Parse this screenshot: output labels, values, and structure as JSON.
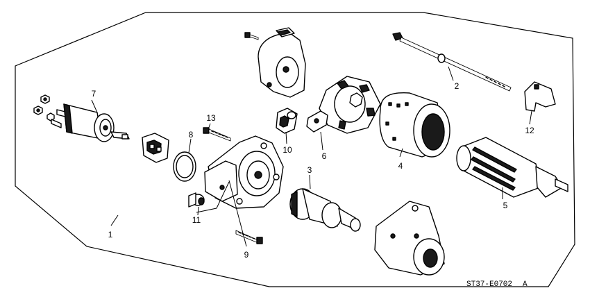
{
  "diagram": {
    "reference_code": "ST37-E0702",
    "revision": "A",
    "callouts": [
      {
        "id": "1",
        "text": "1"
      },
      {
        "id": "2",
        "text": "2"
      },
      {
        "id": "3",
        "text": "3"
      },
      {
        "id": "4",
        "text": "4"
      },
      {
        "id": "5",
        "text": "5"
      },
      {
        "id": "6",
        "text": "6"
      },
      {
        "id": "7",
        "text": "7"
      },
      {
        "id": "8",
        "text": "8"
      },
      {
        "id": "9",
        "text": "9"
      },
      {
        "id": "10",
        "text": "10"
      },
      {
        "id": "11",
        "text": "11"
      },
      {
        "id": "12",
        "text": "12"
      },
      {
        "id": "13",
        "text": "13"
      }
    ]
  },
  "colors": {
    "line": "#000000",
    "background": "#ffffff",
    "shadow": "#1a1a1a"
  }
}
